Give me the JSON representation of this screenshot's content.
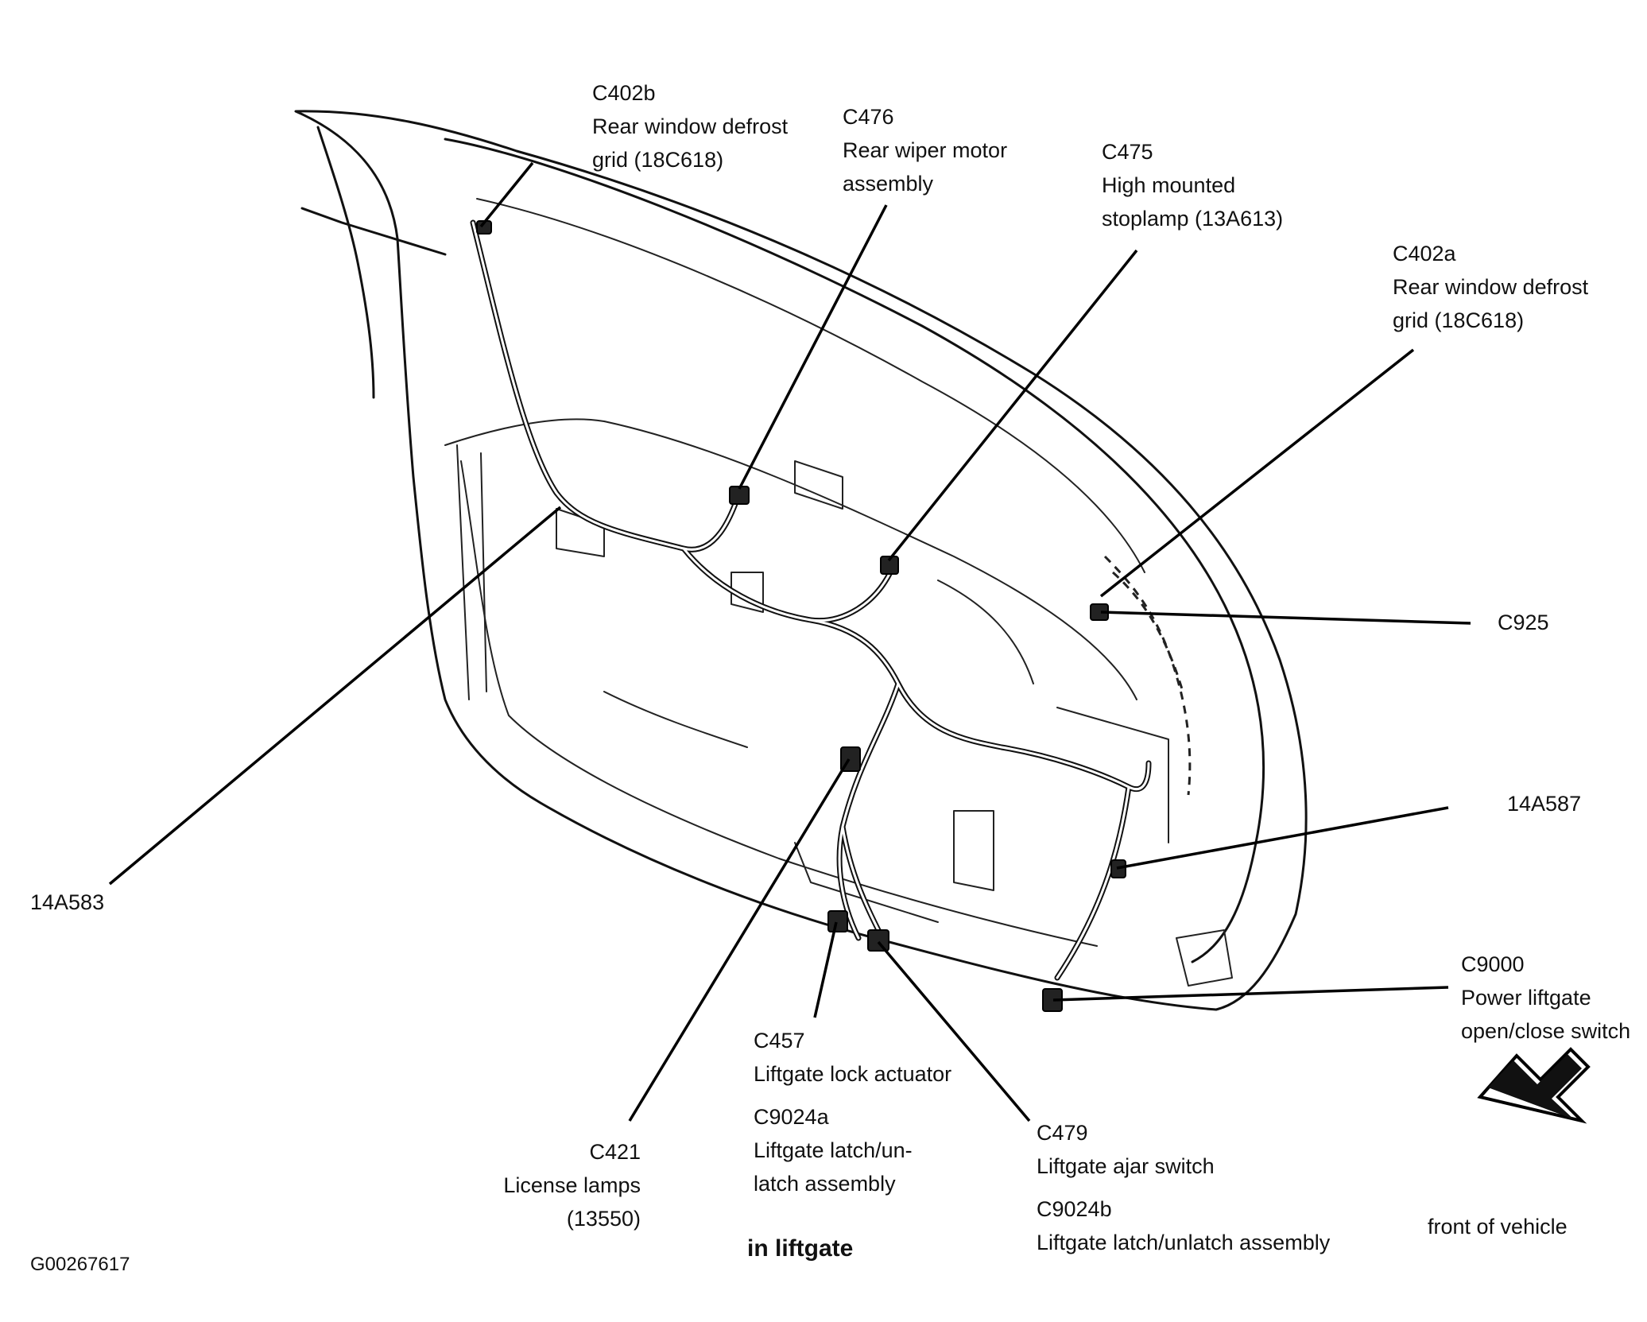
{
  "labels": {
    "c402b": {
      "id": "C402b",
      "lines": [
        "Rear window defrost",
        "grid (18C618)"
      ]
    },
    "c476": {
      "id": "C476",
      "lines": [
        "Rear wiper motor",
        "assembly"
      ]
    },
    "c475": {
      "id": "C475",
      "lines": [
        "High mounted",
        "stoplamp (13A613)"
      ]
    },
    "c402a": {
      "id": "C402a",
      "lines": [
        "Rear window defrost",
        "grid (18C618)"
      ]
    },
    "c925": {
      "id": "C925"
    },
    "p14a587": {
      "id": "14A587"
    },
    "p14a583": {
      "id": "14A583"
    },
    "c9000": {
      "id": "C9000",
      "lines": [
        "Power liftgate",
        "open/close switch"
      ]
    },
    "c457": {
      "id": "C457",
      "lines": [
        "Liftgate lock actuator"
      ]
    },
    "c9024a": {
      "id": "C9024a",
      "lines": [
        "Liftgate latch/un-",
        "latch assembly"
      ]
    },
    "c421": {
      "id": "C421",
      "lines": [
        "License lamps",
        "(13550)"
      ]
    },
    "c479": {
      "id": "C479",
      "lines": [
        "Liftgate ajar switch"
      ]
    },
    "c9024b": {
      "id": "C9024b",
      "lines": [
        "Liftgate latch/unlatch assembly"
      ]
    }
  },
  "caption": "in liftgate",
  "direction_label": "front of vehicle",
  "figure_id": "G00267617",
  "icons": {
    "arrow": "front-direction-arrow-icon"
  }
}
